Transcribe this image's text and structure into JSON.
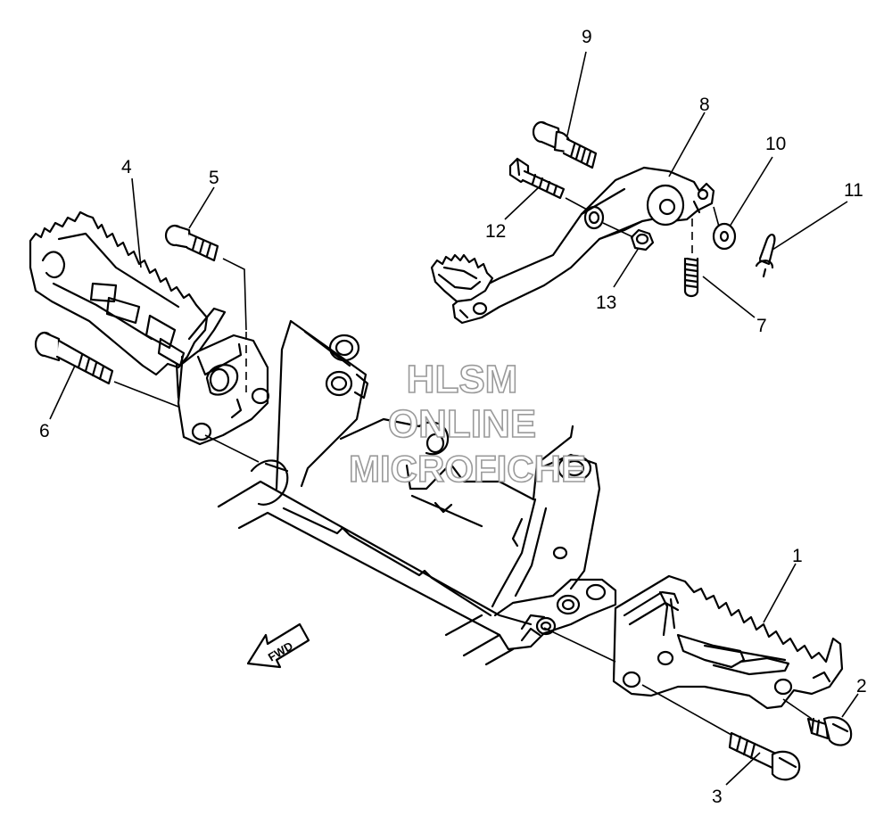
{
  "diagram": {
    "callouts": [
      {
        "id": "1",
        "label": "1"
      },
      {
        "id": "2",
        "label": "2"
      },
      {
        "id": "3",
        "label": "3"
      },
      {
        "id": "4",
        "label": "4"
      },
      {
        "id": "5",
        "label": "5"
      },
      {
        "id": "6",
        "label": "6"
      },
      {
        "id": "7",
        "label": "7"
      },
      {
        "id": "8",
        "label": "8"
      },
      {
        "id": "9",
        "label": "9"
      },
      {
        "id": "10",
        "label": "10"
      },
      {
        "id": "11",
        "label": "11"
      },
      {
        "id": "12",
        "label": "12"
      },
      {
        "id": "13",
        "label": "13"
      }
    ],
    "fwd_label": "FWD",
    "watermark": {
      "line1": "HLSM",
      "line2": "ONLINE",
      "line3": "MICROFICHE"
    }
  }
}
